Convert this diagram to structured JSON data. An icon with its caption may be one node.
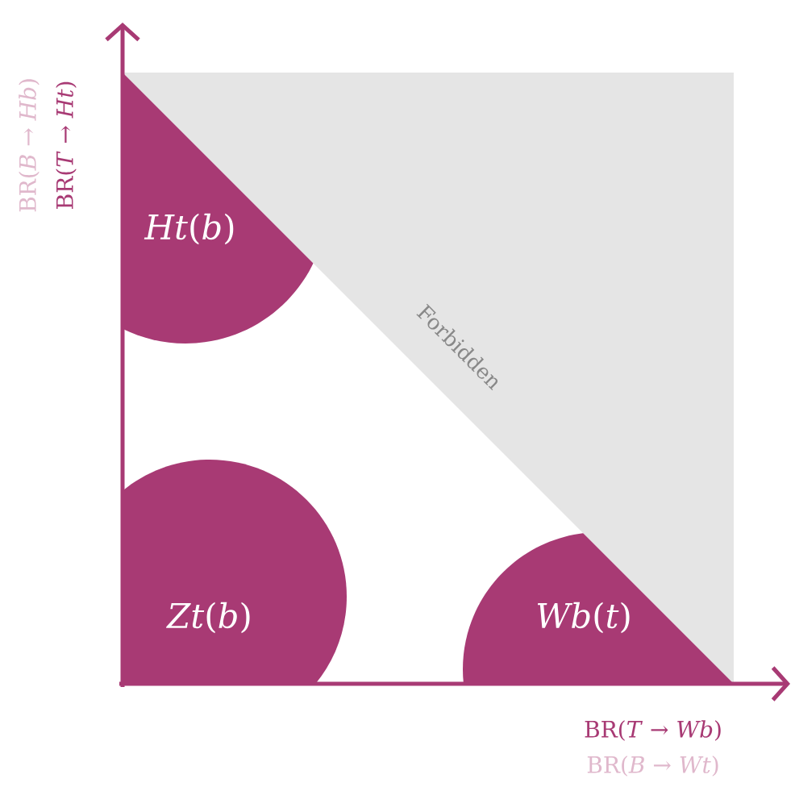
{
  "diagram": {
    "nodes": [
      {
        "text": [
          "Forbidden"
        ]
      },
      {
        "text": [
          "*Ht*(*b*)"
        ]
      },
      {
        "text": [
          "*Zt*(*b*)"
        ]
      },
      {
        "text": [
          "*Wb*(*t*)"
        ]
      }
    ],
    "labels": [
      "BR(*B* → *Hb*)",
      "BR(*T* → *Ht*)",
      "BR(*T* → *Wb*)",
      "BR(*B* → *Wt*)"
    ]
  }
}
